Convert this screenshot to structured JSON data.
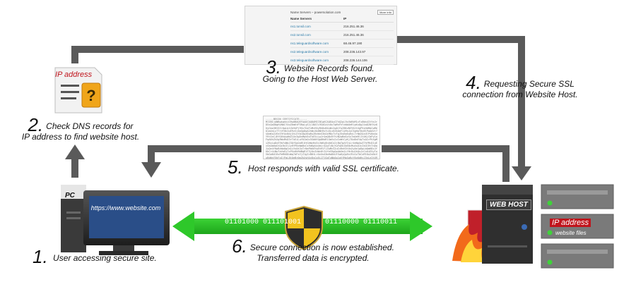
{
  "dns_panel": {
    "title": "Name Servers – powersolution.com",
    "button": "More Info",
    "col_name": "Name Servers",
    "col_ip": "IP",
    "rows": [
      {
        "name": "ns1.tonsil.com",
        "ip": "216.251.46.36"
      },
      {
        "name": "ns2.tonsil.com",
        "ip": "216.251.46.36"
      },
      {
        "name": "ns1.teleguardsoftware.com",
        "ip": "68.46.97.190"
      },
      {
        "name": "ns2.teleguardsoftware.com",
        "ip": "208.236.143.97"
      },
      {
        "name": "ns3.teleguardsoftware.com",
        "ip": "208.236.144.106"
      }
    ]
  },
  "doc_icon": {
    "label": "IP address"
  },
  "steps": {
    "s1": {
      "num": "1.",
      "text": "User accessing secure site."
    },
    "s2": {
      "num": "2.",
      "line1": "Check DNS records for",
      "line2": "IP address to find website host."
    },
    "s3": {
      "num": "3.",
      "line1": "Website Records found.",
      "line2": "Going to the  Host Web Server."
    },
    "s4": {
      "num": "4.",
      "line1": "Requesting Secure SSL",
      "line2": "connection from Website Host."
    },
    "s5": {
      "num": "5.",
      "text": "Host responds with valid SSL certificate."
    },
    "s6": {
      "num": "6.",
      "line1": "Secure connection is now established.",
      "line2": "Transferred data is encrypted."
    }
  },
  "certificate": {
    "header": "-----BEGIN CERTIFICATE-----",
    "body": "MIIBIjANBgkqhkiG9w0BAQEFAAOCAQ8AMIIBCgKCAQEAuG7hQ2pL9xVbRkM1cFz8Wn4ItYeJrD5sQaU0gHvNbCfXoZ6mKtP3RwLyE2j1BA7i9SdGxVc0uTqMnFhYzWbOeRlpKs8gJ4aD2NfXv6UyCmo3Ht5IrQwLb1ZeVkPj9Ss7GaTnMcE0yRhDuB4xWi2qAlFoZ8KvN3Y6JtXgP5sHdRbCwMeQ1aUnLyT7rVf0kIoE9zSj4mGpDqA2hWcXb8NtRsYu3Lv6ZkOeF1iMnJyC5gHaT0xBlPwQdVr7sUmKo2zEeI9fAcN4jGtLhYb1DpX6qRuZ0vWnS3kOiM8yTcFgJ5sBaEwHxL7rNd2QzUlPvKm4oY9tIeCjRfG6hAyWbZ1Xn3gDsMqV0uTkE5iLpJrOaQ8cHfYvN2wBdGzSx7mUeRlIt4KjCbPy1oFqA6hZnXg9WsMvD3rTkEiLuY0JaOc5SbNfQp8HdRlGmVx2zIeWtCyKj7UoBnF4qTsA1rPhXgMiZ6vLwDcE9kYuNbJ3QfSpOaRl0tGeWzHx5iVmKy8nUdCo2jBqTgAfIsLr4eNpXwZ7hYMcD1uEvSkOb6aGtQiRn3lJyHfP0zWmBxCs9dKgVoUeLrA2pTiNjYwFq5hZbE8cMuXsO1vIkGlRt7nDaJyQe4fHpBzWo0gCmLiVsUk3xTrNaPb6dYqEh9lFjZwMcG2uIvRnK5tOsXyAe1pDgLbQmH8zJfUkCr4iNwTaVoEy7sPGx0hMdBqRlF3jKnZuWc6tIvYeS9gOpAbXm1LfHrDw2kQsJzCnUiE5yTaVbGoN4lRxPeMhK8uWq7dFsYjZ1gIcB0tLrOvXnA3mHaDkUfSw6yQpEeJ9iGzTbCxMlKo2sNcVuRdWnY5hFgIjPaL8tQeBr0mZkXvH4yDsCoEiJ7lGqTuNbOw1aVfMpSgRzY6xKdHcJ3nLeItU9Bo2rWvPmAqF5kEyZhX8sGjCuDiN0tMlRbOaTwV4ge7QpYxKzHcJfLsU2nBmIvDoE1rWqAtGkY9hXyP6jZRuCNlSd3eMbVaTgO5iFw8xKqHcPzEoUlJ7nYsBrDm0tGvIeA4kZpLyQh2fWjXbCuNaRsT6gMdVoE9iKlHxY1zPqFwBe3jSnUcGmOtLr8vDaI5yAkZhTpJxN0fRsWqEb7gCuYdMlVoKeHi2nXjPtQaZs4wGyBmLcF6rDuIkJoNvS1hTeAzE9lWqgMpYbRx3cKsUdHnGf8iO7tLvCjB0wyaZmQeDrNhPoTk2sXgAlF5uIcJvEbRzWn6qLy4dMtHsKaG1jCx9oYeVpQfUrB"
  },
  "binary_left": "01101000 011101001",
  "binary_right": "01110000 01110011",
  "pc_label": "PC",
  "url": "https://www.website.com",
  "webhost_label": "WEB HOST",
  "rack_label": "IP address",
  "rack_sublabel": "website files",
  "colors": {
    "arrow_gray": "#5a5a5a",
    "arrow_green": "#2ec82a",
    "ip_red": "#c0141c",
    "screen_blue": "#2a4e88"
  }
}
